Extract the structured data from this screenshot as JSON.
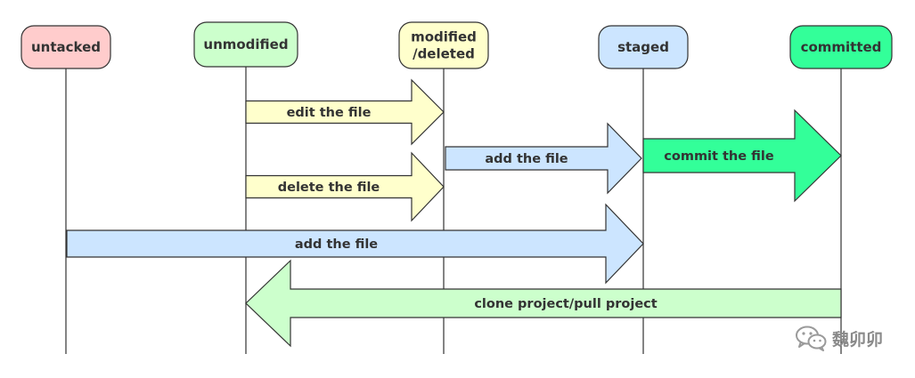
{
  "colors": {
    "untracked": "#ffcccc",
    "unmodified": "#ccffcc",
    "modified": "#ffffcc",
    "staged": "#cce5ff",
    "committed": "#33ff99",
    "stroke": "#333333"
  },
  "states": [
    {
      "id": "untracked",
      "label": "untacked",
      "color": "#ffcccc"
    },
    {
      "id": "unmodified",
      "label": "unmodified",
      "color": "#ccffcc"
    },
    {
      "id": "modified",
      "label": "modified\n/deleted",
      "color": "#ffffcc"
    },
    {
      "id": "staged",
      "label": "staged",
      "color": "#cce5ff"
    },
    {
      "id": "committed",
      "label": "committed",
      "color": "#33ff99"
    }
  ],
  "transitions": [
    {
      "from": "unmodified",
      "to": "modified",
      "label": "edit the file",
      "color": "#ffffcc"
    },
    {
      "from": "modified",
      "to": "staged",
      "label": "add the file",
      "color": "#cce5ff"
    },
    {
      "from": "staged",
      "to": "committed",
      "label": "commit the file",
      "color": "#33ff99"
    },
    {
      "from": "unmodified",
      "to": "modified",
      "label": "delete the file",
      "color": "#ffffcc"
    },
    {
      "from": "untracked",
      "to": "staged",
      "label": "add the file",
      "color": "#cce5ff"
    },
    {
      "from": "committed",
      "to": "unmodified",
      "label": "clone project/pull project",
      "color": "#ccffcc"
    }
  ],
  "watermark": {
    "icon": "wechat-icon",
    "text": "魏卯卯"
  }
}
